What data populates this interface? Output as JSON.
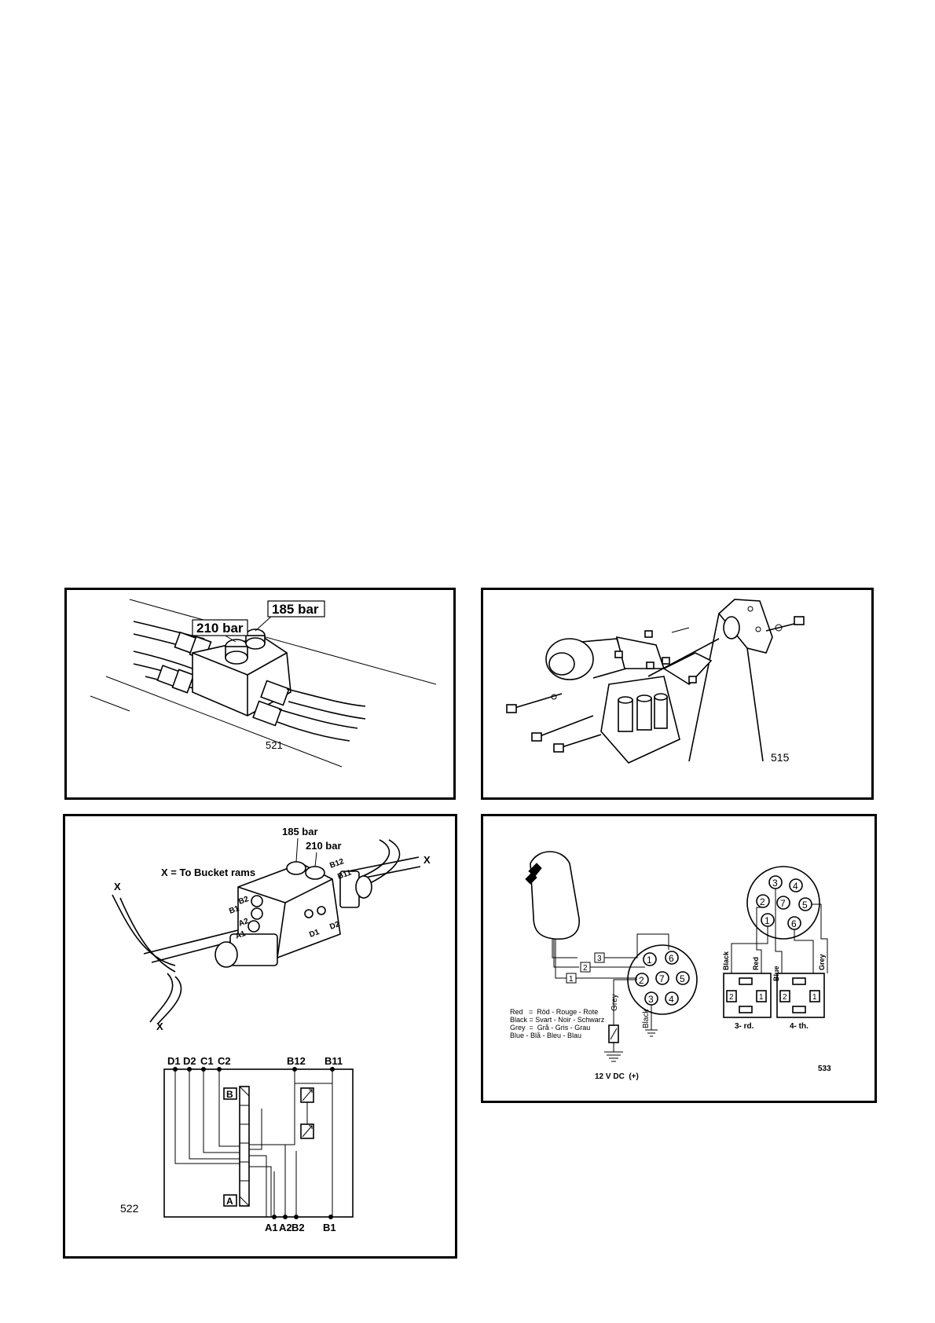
{
  "fig521": {
    "label_210": "210 bar",
    "label_185": "185 bar",
    "fig_number": "521"
  },
  "fig515": {
    "fig_number": "515"
  },
  "fig522": {
    "label_185": "185 bar",
    "label_210": "210 bar",
    "legend_x": "X = To Bucket rams",
    "x_marks": [
      "X",
      "X",
      "X"
    ],
    "ports_upper": [
      "B1",
      "B2",
      "A2",
      "A1",
      "B12",
      "B11",
      "D1",
      "D2"
    ],
    "schematic_top": [
      "D1",
      "D2",
      "C1",
      "C2",
      "B12",
      "B11"
    ],
    "schematic_bottom": [
      "A1",
      "A2",
      "B2",
      "B1"
    ],
    "box_b": "B",
    "box_a": "A",
    "fig_number": "522"
  },
  "fig533": {
    "wire_nums": [
      "3",
      "2",
      "1"
    ],
    "pins_left": [
      "1",
      "6",
      "7",
      "5",
      "2",
      "3",
      "4"
    ],
    "pins_right": [
      "3",
      "4",
      "2",
      "7",
      "5",
      "1",
      "6"
    ],
    "wires_right": [
      "Black",
      "Red",
      "Blue",
      "Grey"
    ],
    "grey_label": "Grey",
    "black_label": "Black",
    "legend": [
      "Red   =  Röd - Rouge - Rote",
      "Black = Svart - Noir - Schwarz",
      "Grey  =  Grå - Gris - Grau",
      "Blue - Blå - Bleu - Blau"
    ],
    "voltage": "12 V DC  (+)",
    "relay_pins": [
      "2",
      "1",
      "2",
      "1"
    ],
    "relay_3rd": "3- rd.",
    "relay_4th": "4- th.",
    "fig_number": "533"
  }
}
